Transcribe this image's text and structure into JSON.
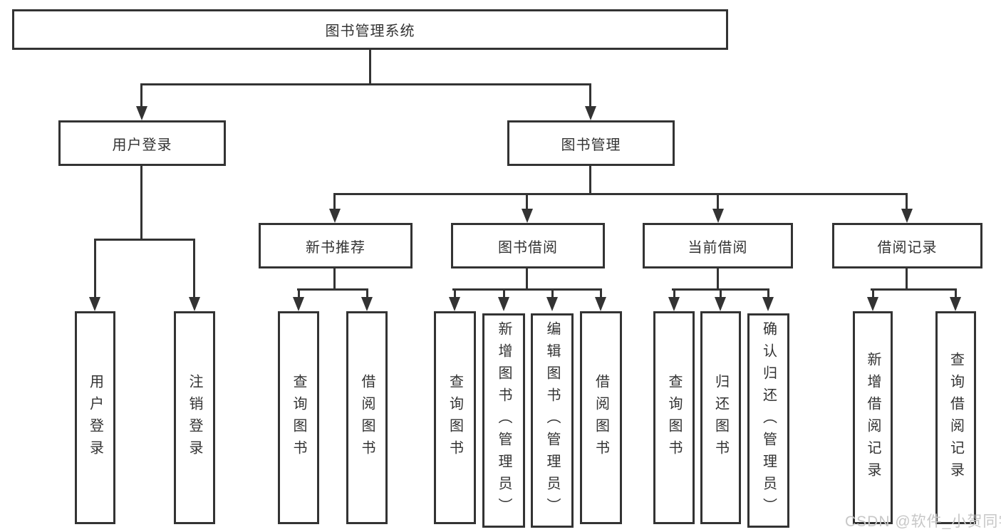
{
  "colors": {
    "line": "#333333",
    "text": "#333333",
    "background": "#ffffff",
    "watermark_text_color": "#c7c7c7"
  },
  "watermark": {
    "text": "CSDN @软件_小贺同学"
  },
  "tree": {
    "root": "图书管理系统",
    "children": [
      {
        "label": "用户登录",
        "children": [
          "用户登录",
          "注销登录"
        ]
      },
      {
        "label": "图书管理",
        "children": [
          {
            "label": "新书推荐",
            "children": [
              "查询图书",
              "借阅图书"
            ]
          },
          {
            "label": "图书借阅",
            "children": [
              "查询图书",
              "新增图书（管理员）",
              "编辑图书（管理员）",
              "借阅图书"
            ]
          },
          {
            "label": "当前借阅",
            "children": [
              "查询图书",
              "归还图书",
              "确认归还（管理员）"
            ]
          },
          {
            "label": "借阅记录",
            "children": [
              "新增借阅记录",
              "查询借阅记录"
            ]
          }
        ]
      }
    ]
  }
}
